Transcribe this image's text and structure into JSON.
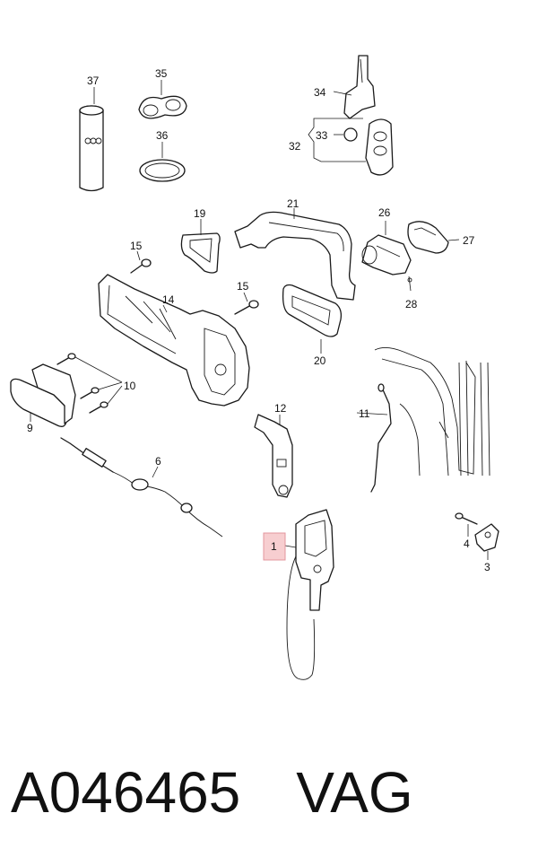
{
  "callouts": {
    "c1": "1",
    "c3": "3",
    "c4": "4",
    "c6": "6",
    "c9": "9",
    "c10": "10",
    "c11": "11",
    "c12": "12",
    "c14": "14",
    "c15a": "15",
    "c15b": "15",
    "c19": "19",
    "c20": "20",
    "c21": "21",
    "c26": "26",
    "c27": "27",
    "c28": "28",
    "c32": "32",
    "c33": "33",
    "c34": "34",
    "c35": "35",
    "c36": "36",
    "c37": "37"
  },
  "footer": {
    "part_number": "A046465",
    "brand": "VAG"
  },
  "colors": {
    "highlight": "#f7c9cc",
    "line": "#1a1a1a"
  }
}
